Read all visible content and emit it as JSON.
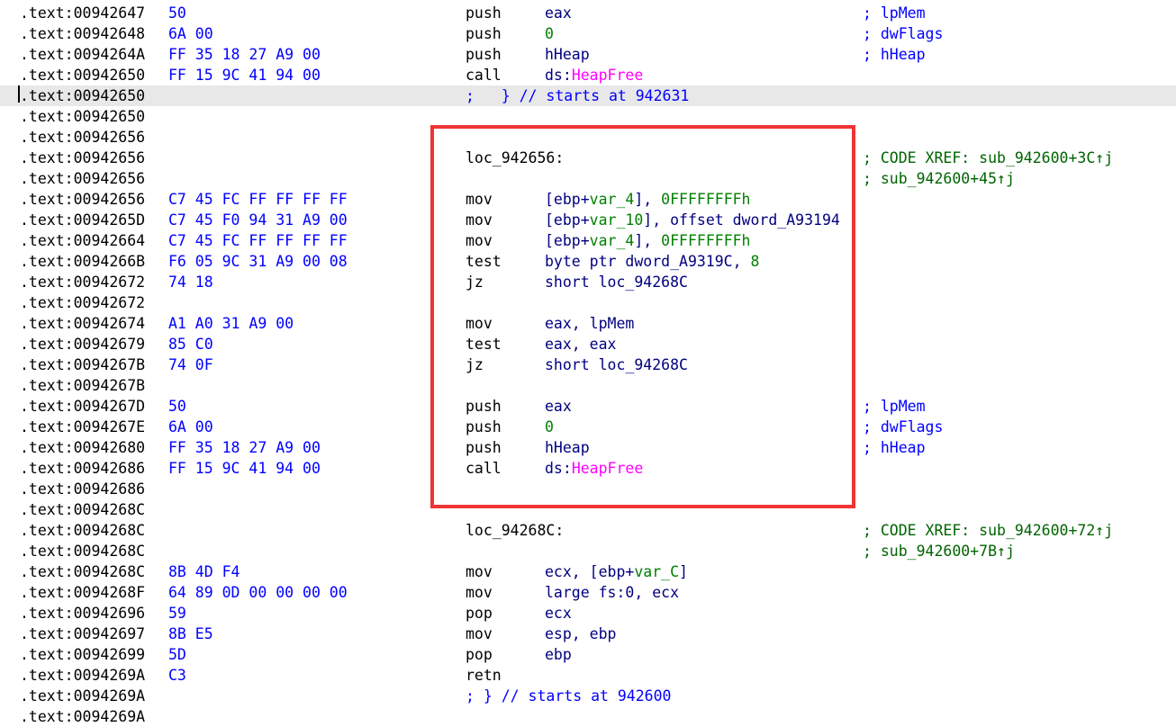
{
  "highlight_color": "#f03434",
  "lines": [
    {
      "addr": ".text:00942647",
      "bytes": "50",
      "mnem": "push",
      "ops": [
        {
          "t": "eax",
          "c": "o-reg"
        }
      ],
      "rcmt": "; lpMem",
      "rcmt_color": "blue"
    },
    {
      "addr": ".text:00942648",
      "bytes": "6A 00",
      "mnem": "push",
      "ops": [
        {
          "t": "0",
          "c": "o-num"
        }
      ],
      "rcmt": "; dwFlags",
      "rcmt_color": "blue"
    },
    {
      "addr": ".text:0094264A",
      "bytes": "FF 35 18 27 A9 00",
      "mnem": "push",
      "ops": [
        {
          "t": "hHeap",
          "c": "o-reg"
        }
      ],
      "rcmt": "; hHeap",
      "rcmt_color": "blue"
    },
    {
      "addr": ".text:00942650",
      "bytes": "FF 15 9C 41 94 00",
      "mnem": "call",
      "ops": [
        {
          "t": "ds:",
          "c": "o-reg"
        },
        {
          "t": "HeapFree",
          "c": "o-imp"
        }
      ]
    },
    {
      "addr": ".text:00942650",
      "cmt": ";   } // starts at 942631",
      "current": true
    },
    {
      "addr": ".text:00942650"
    },
    {
      "addr": ".text:00942656"
    },
    {
      "addr": ".text:00942656",
      "label": "loc_942656:",
      "rcmt": "; CODE XREF: sub_942600+3C↑j"
    },
    {
      "addr": ".text:00942656",
      "rcmt": "; sub_942600+45↑j"
    },
    {
      "addr": ".text:00942656",
      "bytes": "C7 45 FC FF FF FF FF",
      "mnem": "mov",
      "ops": [
        {
          "t": "[ebp+",
          "c": "o-reg"
        },
        {
          "t": "var_4",
          "c": "o-var"
        },
        {
          "t": "], ",
          "c": "o-reg"
        },
        {
          "t": "0FFFFFFFFh",
          "c": "o-num"
        }
      ]
    },
    {
      "addr": ".text:0094265D",
      "bytes": "C7 45 F0 94 31 A9 00",
      "mnem": "mov",
      "ops": [
        {
          "t": "[ebp+",
          "c": "o-reg"
        },
        {
          "t": "var_10",
          "c": "o-var"
        },
        {
          "t": "], offset dword_A93194",
          "c": "o-reg"
        }
      ]
    },
    {
      "addr": ".text:00942664",
      "bytes": "C7 45 FC FF FF FF FF",
      "mnem": "mov",
      "ops": [
        {
          "t": "[ebp+",
          "c": "o-reg"
        },
        {
          "t": "var_4",
          "c": "o-var"
        },
        {
          "t": "], ",
          "c": "o-reg"
        },
        {
          "t": "0FFFFFFFFh",
          "c": "o-num"
        }
      ]
    },
    {
      "addr": ".text:0094266B",
      "bytes": "F6 05 9C 31 A9 00 08",
      "mnem": "test",
      "ops": [
        {
          "t": "byte ptr dword_A9319C, ",
          "c": "o-reg"
        },
        {
          "t": "8",
          "c": "o-num"
        }
      ]
    },
    {
      "addr": ".text:00942672",
      "bytes": "74 18",
      "mnem": "jz",
      "ops": [
        {
          "t": "short loc_94268C",
          "c": "o-reg"
        }
      ]
    },
    {
      "addr": ".text:00942672"
    },
    {
      "addr": ".text:00942674",
      "bytes": "A1 A0 31 A9 00",
      "mnem": "mov",
      "ops": [
        {
          "t": "eax, lpMem",
          "c": "o-reg"
        }
      ]
    },
    {
      "addr": ".text:00942679",
      "bytes": "85 C0",
      "mnem": "test",
      "ops": [
        {
          "t": "eax, eax",
          "c": "o-reg"
        }
      ]
    },
    {
      "addr": ".text:0094267B",
      "bytes": "74 0F",
      "mnem": "jz",
      "ops": [
        {
          "t": "short loc_94268C",
          "c": "o-reg"
        }
      ]
    },
    {
      "addr": ".text:0094267B"
    },
    {
      "addr": ".text:0094267D",
      "bytes": "50",
      "mnem": "push",
      "ops": [
        {
          "t": "eax",
          "c": "o-reg"
        }
      ],
      "rcmt": "; lpMem",
      "rcmt_color": "blue"
    },
    {
      "addr": ".text:0094267E",
      "bytes": "6A 00",
      "mnem": "push",
      "ops": [
        {
          "t": "0",
          "c": "o-num"
        }
      ],
      "rcmt": "; dwFlags",
      "rcmt_color": "blue"
    },
    {
      "addr": ".text:00942680",
      "bytes": "FF 35 18 27 A9 00",
      "mnem": "push",
      "ops": [
        {
          "t": "hHeap",
          "c": "o-reg"
        }
      ],
      "rcmt": "; hHeap",
      "rcmt_color": "blue"
    },
    {
      "addr": ".text:00942686",
      "bytes": "FF 15 9C 41 94 00",
      "mnem": "call",
      "ops": [
        {
          "t": "ds:",
          "c": "o-reg"
        },
        {
          "t": "HeapFree",
          "c": "o-imp"
        }
      ]
    },
    {
      "addr": ".text:00942686"
    },
    {
      "addr": ".text:0094268C"
    },
    {
      "addr": ".text:0094268C",
      "label": "loc_94268C:",
      "rcmt": "; CODE XREF: sub_942600+72↑j"
    },
    {
      "addr": ".text:0094268C",
      "rcmt": "; sub_942600+7B↑j"
    },
    {
      "addr": ".text:0094268C",
      "bytes": "8B 4D F4",
      "mnem": "mov",
      "ops": [
        {
          "t": "ecx, [ebp+",
          "c": "o-reg"
        },
        {
          "t": "var_C",
          "c": "o-var"
        },
        {
          "t": "]",
          "c": "o-reg"
        }
      ]
    },
    {
      "addr": ".text:0094268F",
      "bytes": "64 89 0D 00 00 00 00",
      "mnem": "mov",
      "ops": [
        {
          "t": "large fs:0, ecx",
          "c": "o-reg"
        }
      ]
    },
    {
      "addr": ".text:00942696",
      "bytes": "59",
      "mnem": "pop",
      "ops": [
        {
          "t": "ecx",
          "c": "o-reg"
        }
      ]
    },
    {
      "addr": ".text:00942697",
      "bytes": "8B E5",
      "mnem": "mov",
      "ops": [
        {
          "t": "esp, ebp",
          "c": "o-reg"
        }
      ]
    },
    {
      "addr": ".text:00942699",
      "bytes": "5D",
      "mnem": "pop",
      "ops": [
        {
          "t": "ebp",
          "c": "o-reg"
        }
      ]
    },
    {
      "addr": ".text:0094269A",
      "bytes": "C3",
      "mnem": "retn",
      "ops": []
    },
    {
      "addr": ".text:0094269A",
      "cmt": "; } // starts at 942600"
    },
    {
      "addr": ".text:0094269A"
    }
  ]
}
